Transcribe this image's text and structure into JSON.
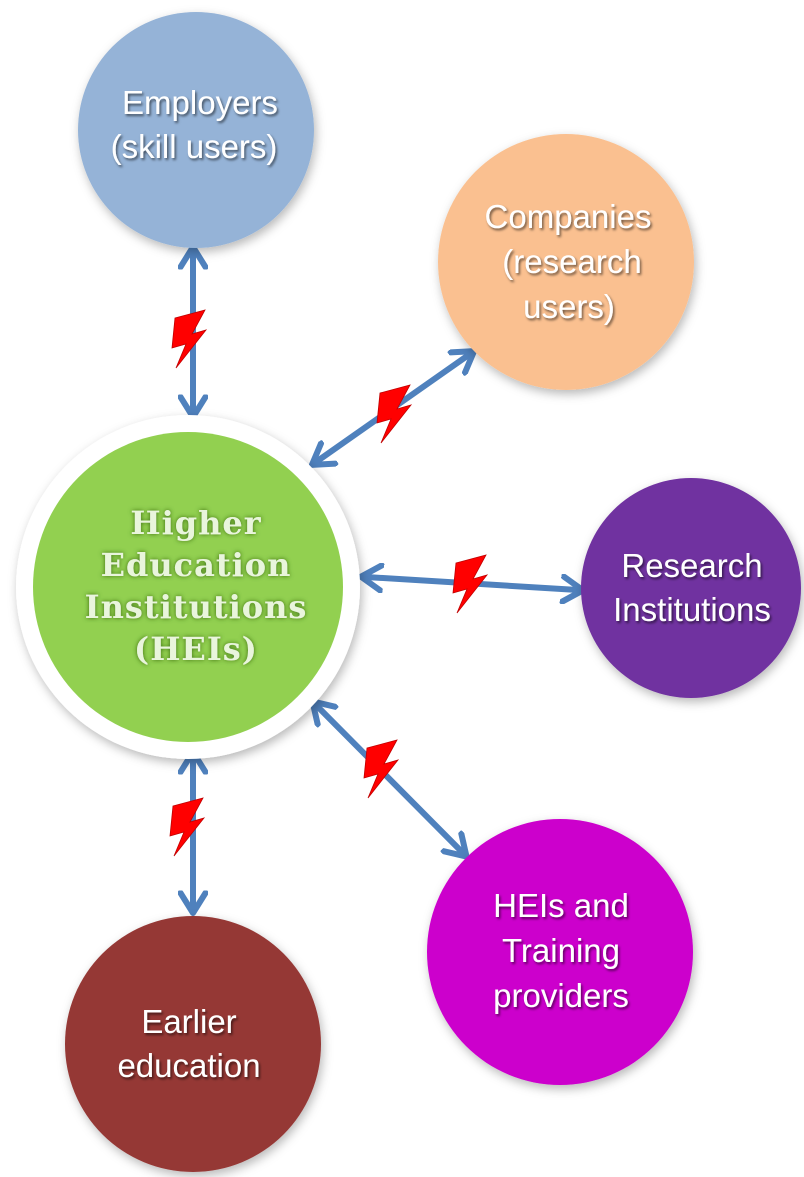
{
  "hub": {
    "lines": [
      "Higher",
      "Education",
      "Institutions",
      "(HEIs)"
    ],
    "color": "#92d050"
  },
  "nodes": [
    {
      "id": "employers",
      "lines": [
        "Employers",
        "(skill users)"
      ],
      "color": "#95b3d7"
    },
    {
      "id": "companies",
      "lines": [
        "Companies",
        "(research",
        "users)"
      ],
      "color": "#fac090"
    },
    {
      "id": "research-institutions",
      "lines": [
        "Research",
        "Institutions"
      ],
      "color": "#7030a0"
    },
    {
      "id": "heis-training",
      "lines": [
        "HEIs and",
        "Training",
        "providers"
      ],
      "color": "#cc00cc"
    },
    {
      "id": "earlier-education",
      "lines": [
        "Earlier",
        "education"
      ],
      "color": "#953735"
    }
  ],
  "colors": {
    "arrow": "#4f81bd",
    "bolt": "#ff0000",
    "hub_ring": "#ffffff",
    "text_outline": "#3a3a3a"
  },
  "icons": {
    "connection_marker": "lightning-bolt-icon"
  }
}
